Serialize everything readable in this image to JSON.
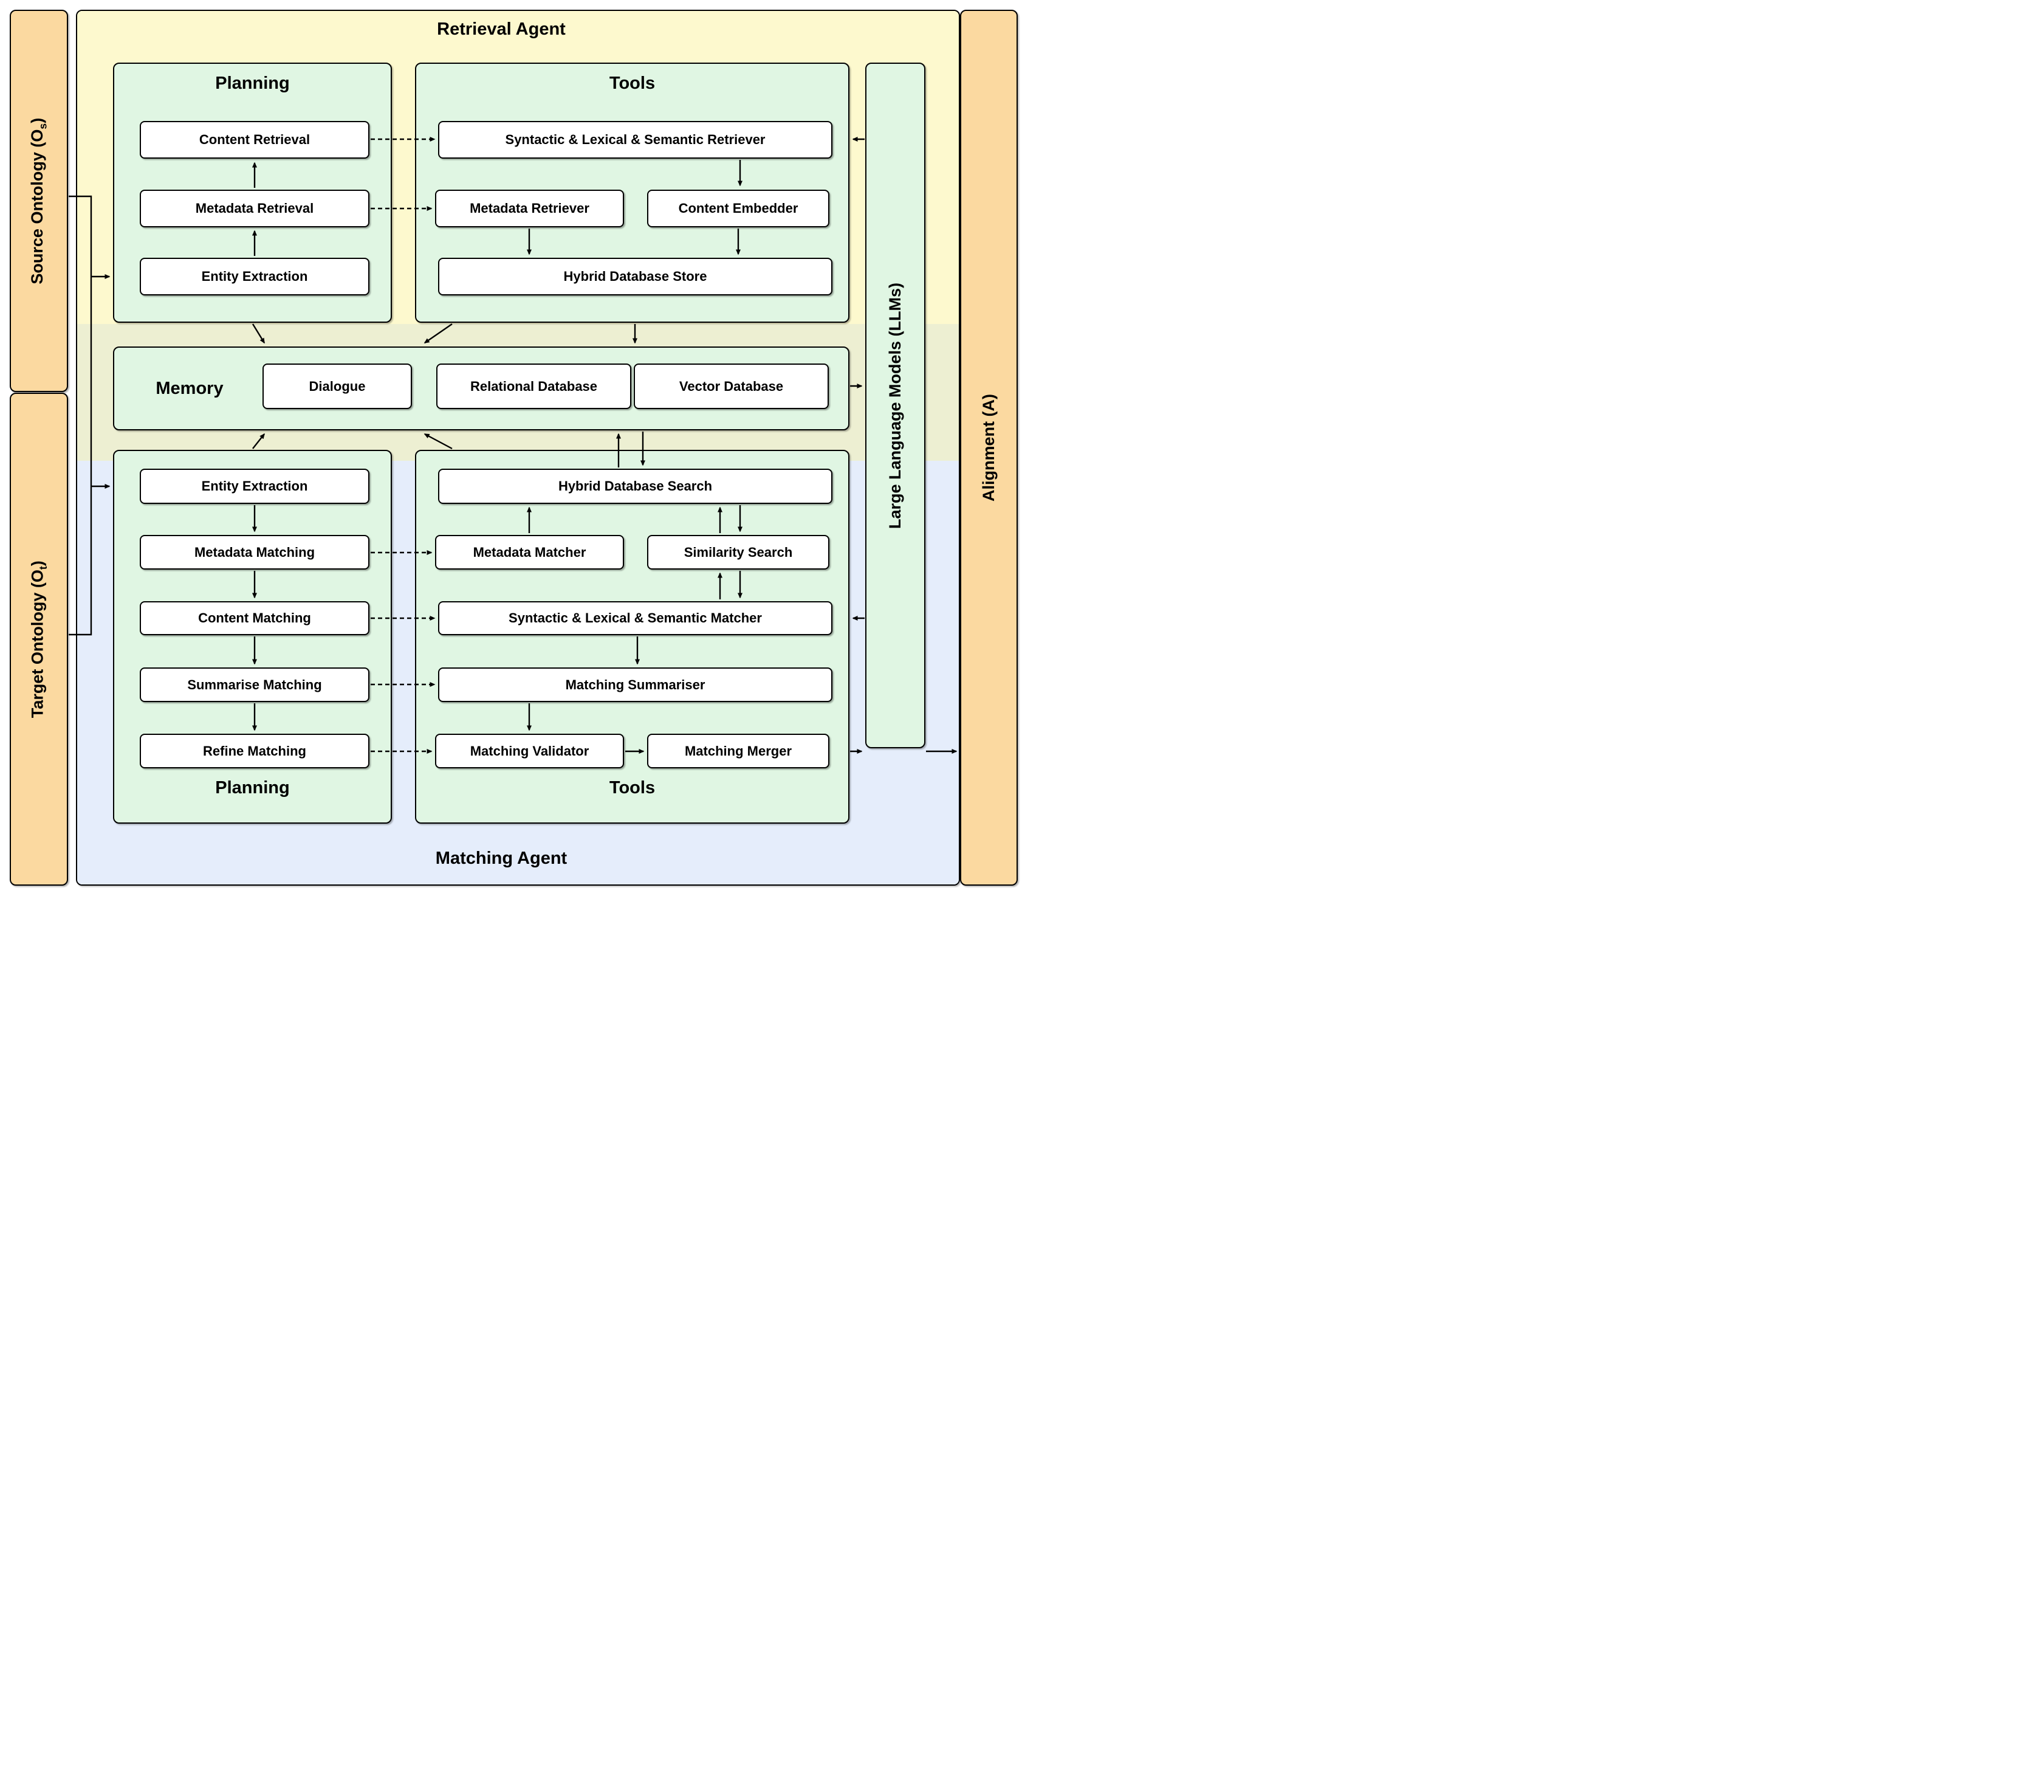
{
  "colors": {
    "retrieval_band": "#fdf9ce",
    "overlap_band": "#edefd2",
    "matching_band": "#e5edfb",
    "green_box": "#e0f6e3",
    "orange_bar": "#fbd9a0",
    "node_fill": "#ffffff",
    "line": "#000000"
  },
  "bars": {
    "source": {
      "label_main": "Source Ontology (O",
      "label_sub": "s",
      "label_suffix": ")"
    },
    "target": {
      "label_main": "Target Ontology (O",
      "label_sub": "t",
      "label_suffix": ")"
    },
    "llm": {
      "label": "Large Language Models (LLMs)"
    },
    "alignment": {
      "label": "Alignment (A)"
    }
  },
  "retrieval_agent": {
    "title": "Retrieval Agent",
    "planning": {
      "title": "Planning",
      "items": [
        "Content Retrieval",
        "Metadata Retrieval",
        "Entity Extraction"
      ]
    },
    "tools": {
      "title": "Tools",
      "items": [
        "Syntactic & Lexical & Semantic Retriever",
        "Metadata Retriever",
        "Content Embedder",
        "Hybrid Database Store"
      ]
    }
  },
  "memory": {
    "title": "Memory",
    "items": [
      "Dialogue",
      "Relational Database",
      "Vector Database"
    ]
  },
  "matching_agent": {
    "title": "Matching Agent",
    "planning": {
      "title": "Planning",
      "items": [
        "Entity Extraction",
        "Metadata Matching",
        "Content Matching",
        "Summarise Matching",
        "Refine Matching"
      ]
    },
    "tools": {
      "title": "Tools",
      "items": [
        "Hybrid Database Search",
        "Metadata Matcher",
        "Similarity Search",
        "Syntactic & Lexical & Semantic Matcher",
        "Matching Summariser",
        "Matching Validator",
        "Matching Merger"
      ]
    }
  },
  "edges": {
    "solid": [
      "Entity Extraction -> Metadata Retrieval",
      "Metadata Retrieval -> Content Retrieval",
      "Syntactic & Lexical & Semantic Retriever -> Content Embedder",
      "Metadata Retriever -> Hybrid Database Store",
      "Content Embedder -> Hybrid Database Store",
      "LLMs -> Retrieval Tools",
      "Retrieval Planning -> Memory",
      "Retrieval Tools -> Memory",
      "Memory -> LLMs",
      "Matching Planning -> Memory",
      "Matching Tools -> Memory",
      "Hybrid Database Search <-> Memory",
      "Entity Extraction -> Metadata Matching",
      "Metadata Matching -> Content Matching",
      "Content Matching -> Summarise Matching",
      "Summarise Matching -> Refine Matching",
      "Metadata Matcher -> Hybrid Database Search",
      "Similarity Search <-> Hybrid Database Search",
      "Similarity Search <-> Syntactic & Lexical & Semantic Matcher",
      "Syntactic & Lexical & Semantic Matcher -> Matching Summariser",
      "Matching Summariser -> Matching Validator",
      "Matching Validator -> Matching Merger",
      "LLMs -> Matching Tools",
      "Matching Tools -> LLMs",
      "LLMs -> Alignment",
      "Source Ontology -> Entity Extraction (retrieval)",
      "Target Ontology -> Entity Extraction (matching)"
    ],
    "dashed": [
      "Content Retrieval -> Syntactic & Lexical & Semantic Retriever",
      "Metadata Retrieval -> Metadata Retriever",
      "Metadata Matching -> Metadata Matcher",
      "Content Matching -> Syntactic & Lexical & Semantic Matcher",
      "Summarise Matching -> Matching Summariser",
      "Refine Matching -> Matching Validator"
    ]
  }
}
